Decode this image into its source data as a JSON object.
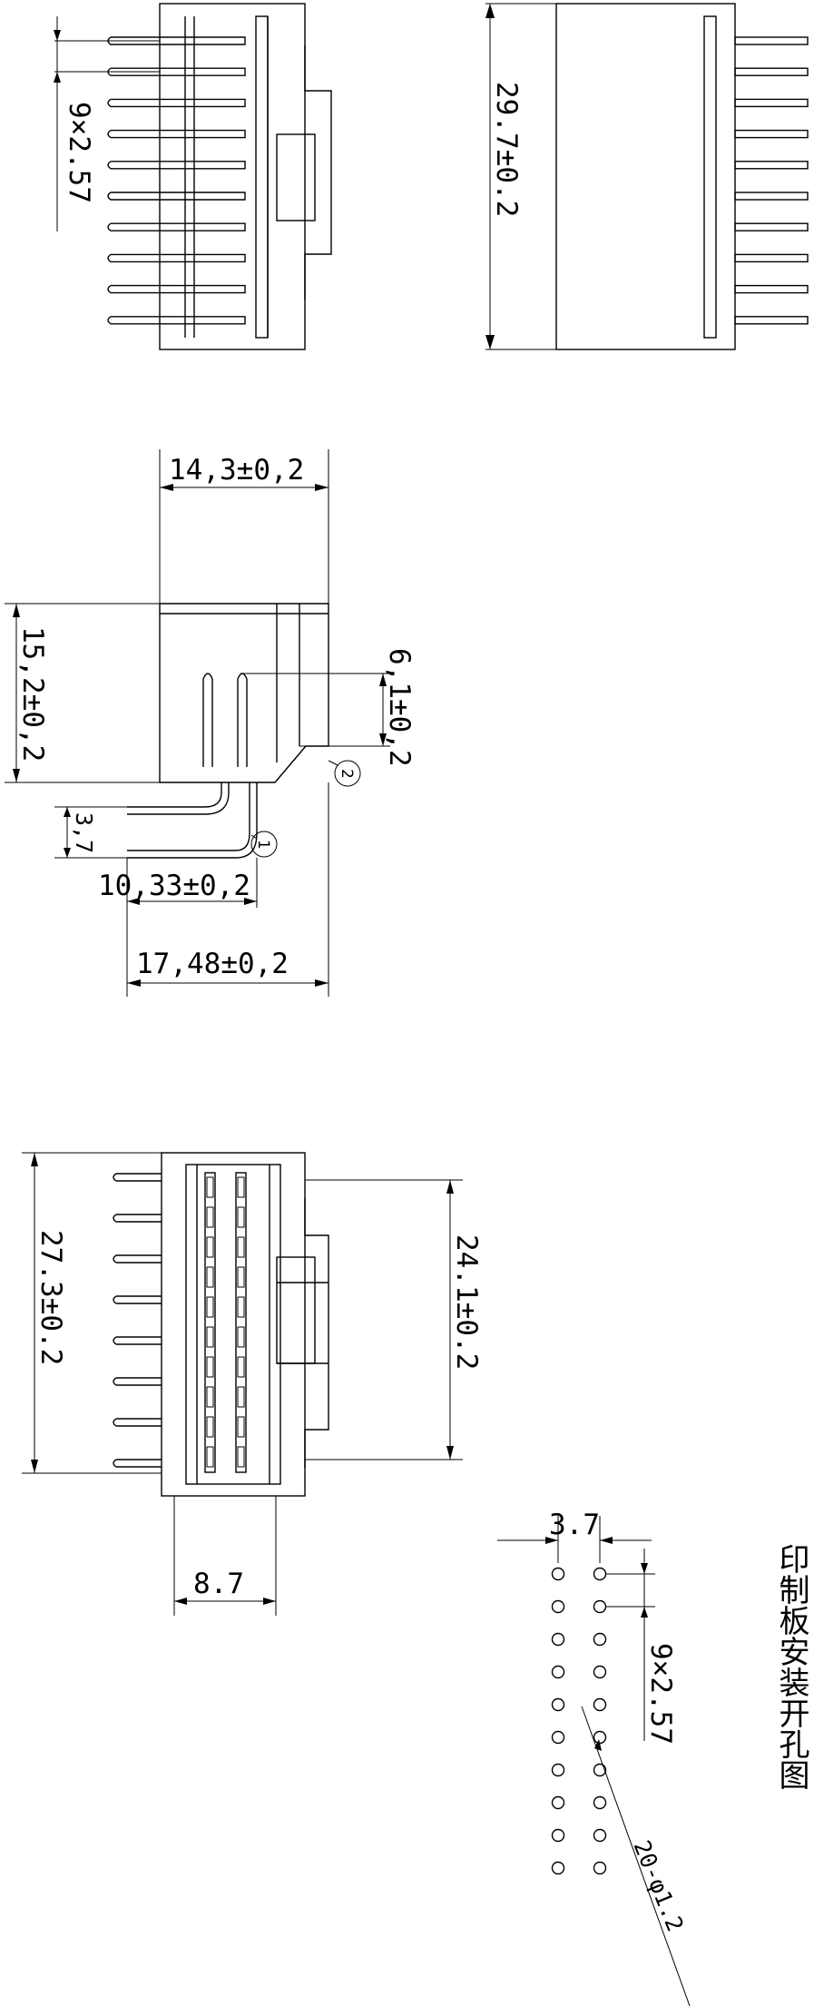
{
  "top_view": {
    "pitch_label": "9×2.57"
  },
  "side_view": {
    "height_label": "29.7±0.2"
  },
  "profile_view": {
    "width_label": "14,3±0,2",
    "height_label": "15,2±0,2",
    "pin_height_label": "6,1±0,2",
    "row_pitch_label": "3,7",
    "pin_offset_label": "10,33±0,2",
    "overall_depth_label": "17,48±0,2",
    "callout_1": "1",
    "callout_2": "2"
  },
  "front_view": {
    "length_label": "27.3±0.2",
    "inner_length_label": "24.1±0.2",
    "width_label": "8.7"
  },
  "pcb_layout": {
    "row_spacing_label": "3.7",
    "pitch_label": "9×2.57",
    "hole_label": "20-φ1.2",
    "title": "印制板安装开孔图"
  }
}
